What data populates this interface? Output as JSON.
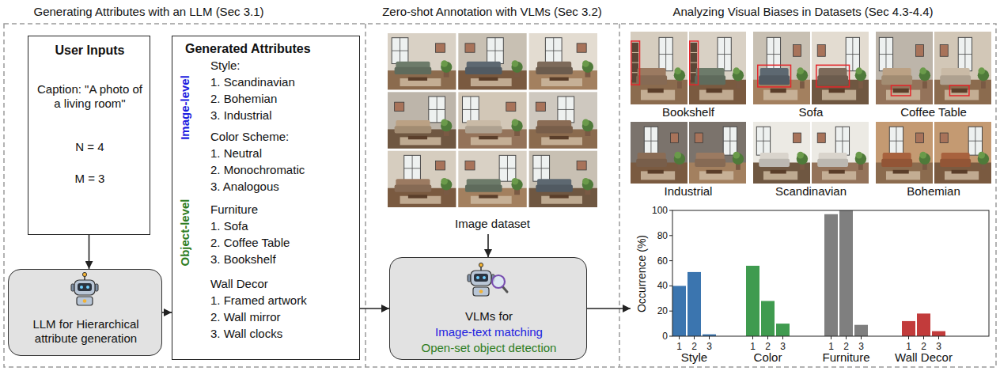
{
  "diagram": {
    "nodes": [
      {
        "text": [
          "Generating Attributes with an LLM (Sec 3.1)"
        ]
      },
      {
        "text": [
          "User Inputs",
          "Caption: \"A photo of a living room\"",
          "N = 4",
          "M = 3"
        ],
        "in": 0
      },
      {
        "text": [
          "LLM for Hierarchical attribute generation"
        ],
        "in": 0
      },
      {
        "text": [
          "Generated Attributes",
          "Image-level",
          "Style:",
          "1. Scandinavian",
          "2. Bohemian",
          "3. Industrial",
          "Color Scheme:",
          "1. Neutral",
          "2. Monochromatic",
          "3. Analogous",
          "Object-level",
          "Furniture",
          "1. Sofa",
          "2. Coffee Table",
          "3. Bookshelf",
          "Wall Decor",
          "1. Framed artwork",
          "2. Wall mirror",
          "3. Wall clocks"
        ],
        "in": 0
      },
      {
        "text": [
          "Zero-shot Annotation with VLMs (Sec 3.2)"
        ]
      },
      {
        "text": [
          "Image dataset"
        ],
        "in": 4
      },
      {
        "text": [
          "VLMs for",
          "Image-text matching",
          "Open-set object detection"
        ],
        "in": 4
      },
      {
        "text": [
          "Analyzing Visual Biases in Datasets (Sec 4.3-4.4)"
        ]
      },
      {
        "text": [
          "Bookshelf"
        ],
        "in": 7
      },
      {
        "text": [
          "Sofa"
        ],
        "in": 7
      },
      {
        "text": [
          "Coffee Table"
        ],
        "in": 7
      },
      {
        "text": [
          "Industrial"
        ],
        "in": 7
      },
      {
        "text": [
          "Scandinavian"
        ],
        "in": 7
      },
      {
        "text": [
          "Bohemian"
        ],
        "in": 7
      },
      {
        "text": [
          "Occurrence (%)",
          "100",
          "80",
          "60",
          "40",
          "20",
          "0",
          "1",
          "2",
          "3",
          "1",
          "2",
          "3",
          "1",
          "2",
          "3",
          "1",
          "2",
          "3",
          "Style",
          "Color",
          "Furniture",
          "Wall Decor"
        ],
        "in": 7
      }
    ],
    "edges": [
      {
        "from": 1,
        "to": 2,
        "arrow": "to"
      },
      {
        "from": 2,
        "to": 3,
        "arrow": "to"
      },
      {
        "from": 3,
        "to": 6,
        "arrow": "to"
      },
      {
        "from": 5,
        "to": 6,
        "arrow": "to"
      },
      {
        "from": 6,
        "to": 14,
        "arrow": "to"
      }
    ]
  }
}
